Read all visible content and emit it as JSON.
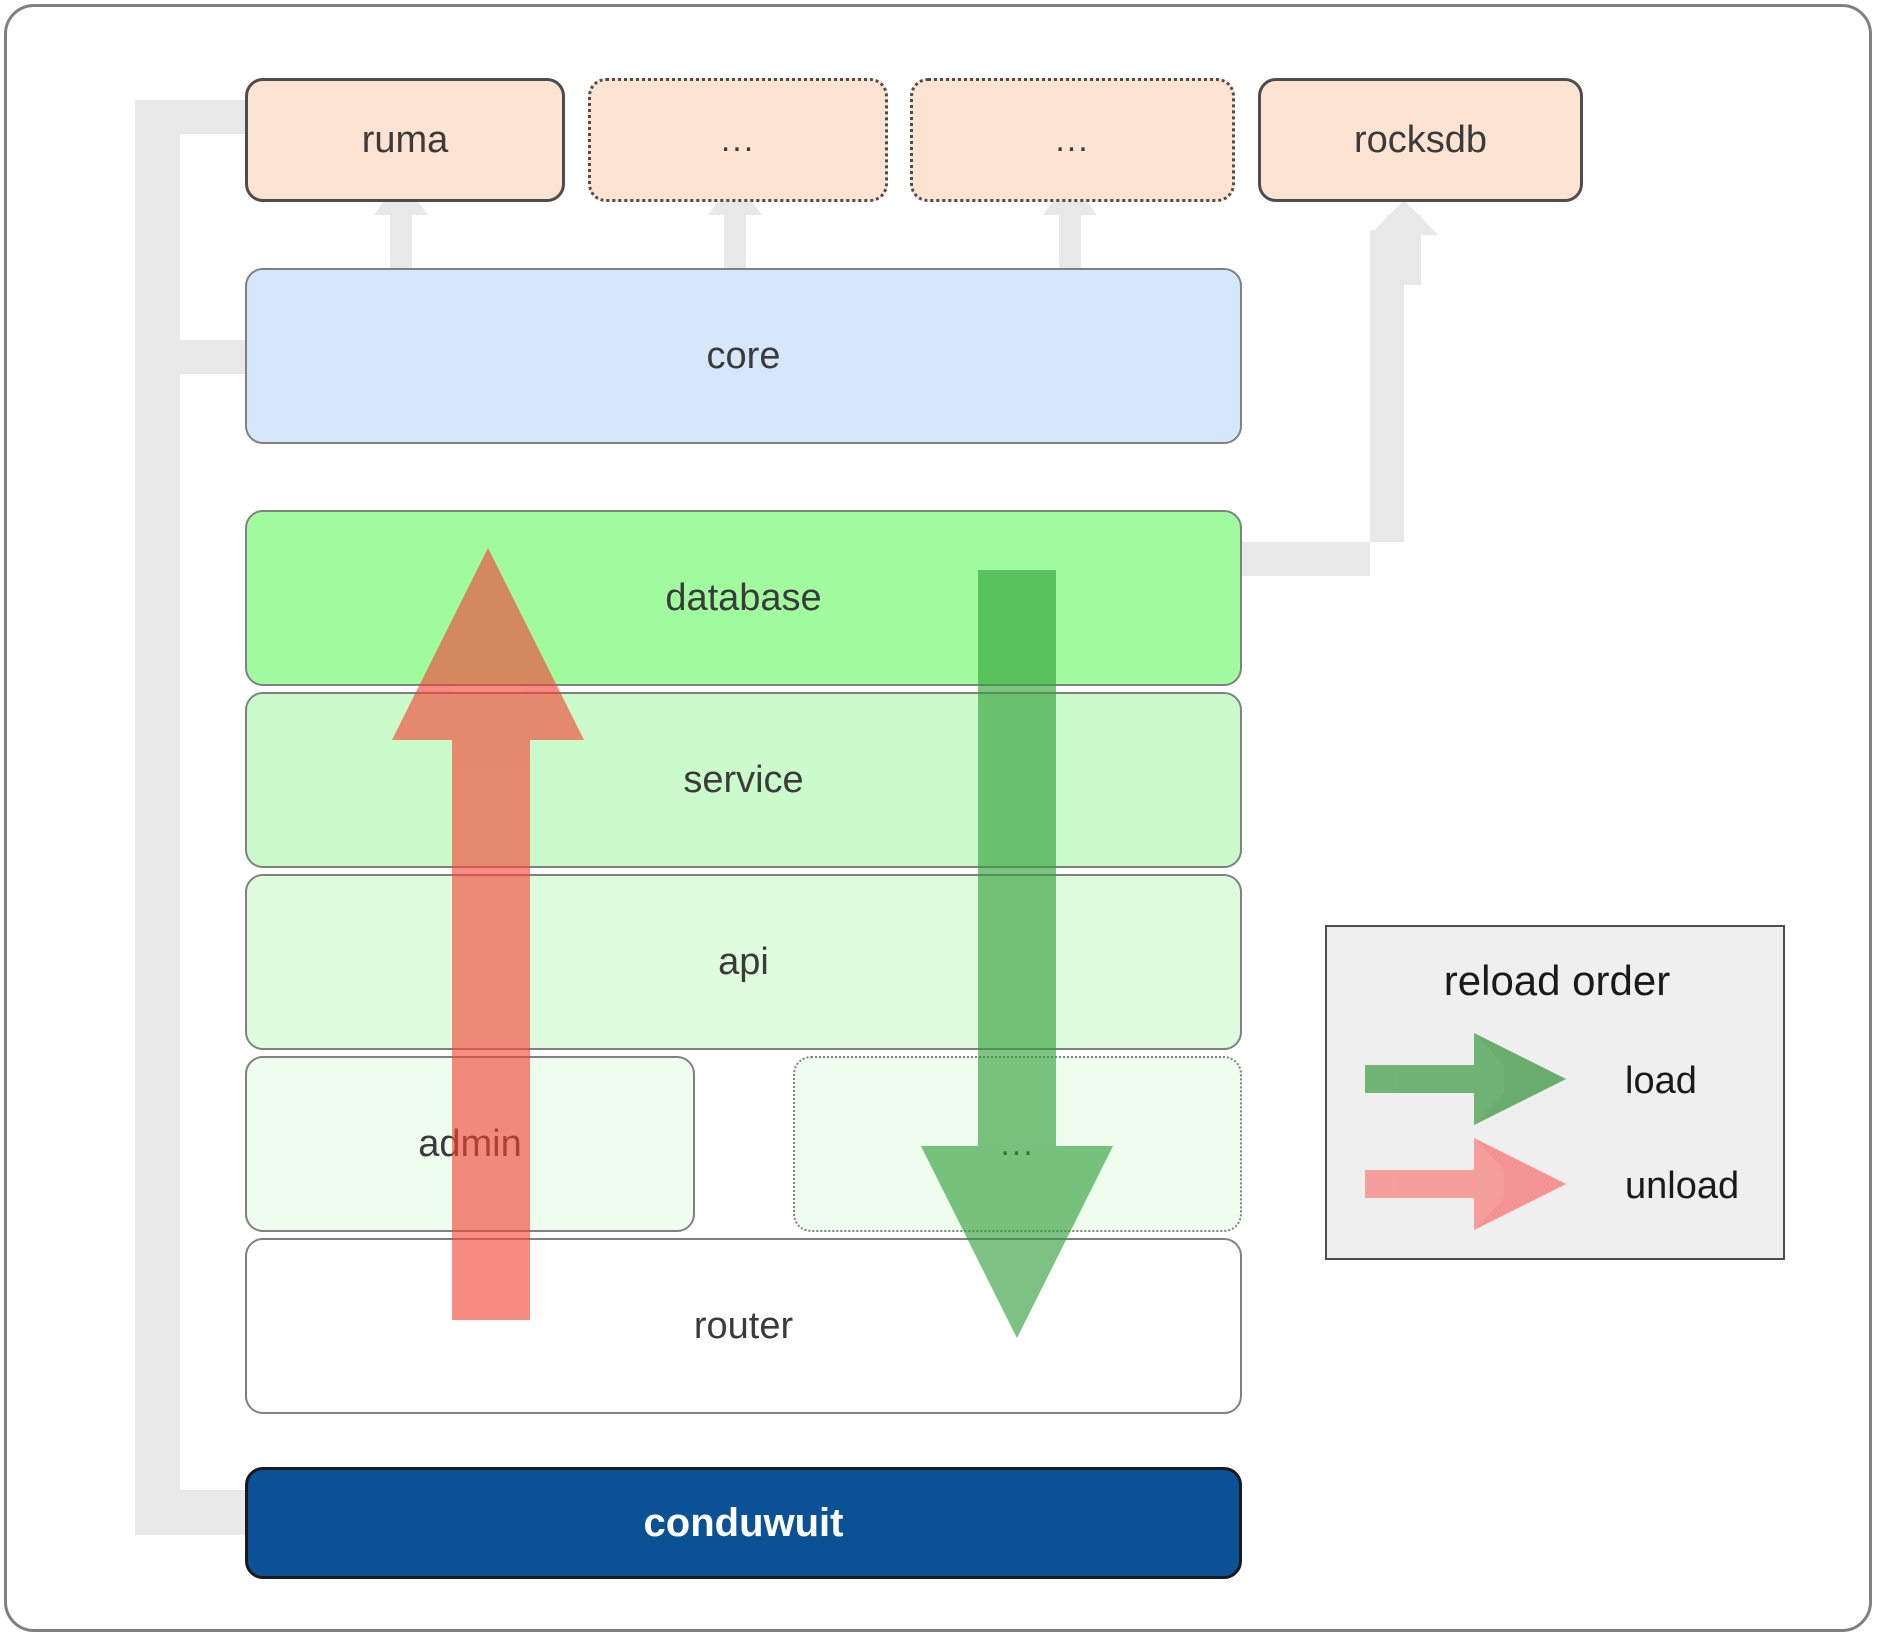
{
  "diagram": {
    "title": "conduwuit crate dependency / reload order",
    "dependencies": [
      {
        "label": "ruma",
        "style": "solid"
      },
      {
        "label": "...",
        "style": "dotted"
      },
      {
        "label": "...",
        "style": "dotted"
      },
      {
        "label": "rocksdb",
        "style": "solid"
      }
    ],
    "layers": [
      {
        "label": "core",
        "style": "solid"
      },
      {
        "label": "database",
        "style": "solid"
      },
      {
        "label": "service",
        "style": "solid"
      },
      {
        "label": "api",
        "style": "solid"
      },
      {
        "label": "admin",
        "style": "solid"
      },
      {
        "label": "...",
        "style": "dotted"
      },
      {
        "label": "router",
        "style": "solid"
      }
    ],
    "root": {
      "label": "conduwuit"
    },
    "legend": {
      "title": "reload order",
      "entries": [
        {
          "label": "load",
          "color": "#4caf50",
          "direction": "down"
        },
        {
          "label": "unload",
          "color": "#f98080",
          "direction": "up"
        }
      ]
    },
    "colors": {
      "dependency_fill": "#fde3d2",
      "dependency_stroke": "#4d4d4d",
      "core_fill": "#d6e7fb",
      "database_fill": "#a0fc9e",
      "service_fill": "#ccfbcb",
      "api_fill": "#e0fcdf",
      "admin_fill": "#eefdee",
      "router_fill": "#ffffff",
      "root_fill": "#0b5196",
      "connector": "#e8e8e8",
      "legend_bg": "#efefef",
      "load_arrow": "#4caf50",
      "unload_arrow": "#f98080",
      "frame_stroke": "#808080"
    }
  }
}
